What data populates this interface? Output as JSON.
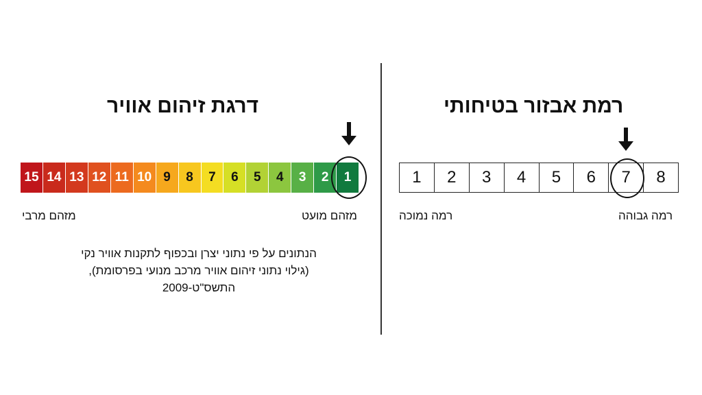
{
  "right_panel": {
    "title": "רמת אבזור בטיחותי",
    "scale": [
      "1",
      "2",
      "3",
      "4",
      "5",
      "6",
      "7",
      "8"
    ],
    "selected_level": 7,
    "label_left": "רמה נמוכה",
    "label_right": "רמה גבוהה"
  },
  "left_panel": {
    "title": "דרגת זיהום אוויר",
    "scale": [
      {
        "label": "15",
        "color": "#c0161b",
        "text_color": "#ffffff"
      },
      {
        "label": "14",
        "color": "#c92a1c",
        "text_color": "#ffffff"
      },
      {
        "label": "13",
        "color": "#d3391e",
        "text_color": "#ffffff"
      },
      {
        "label": "12",
        "color": "#e0511f",
        "text_color": "#ffffff"
      },
      {
        "label": "11",
        "color": "#ec6a1f",
        "text_color": "#ffffff"
      },
      {
        "label": "10",
        "color": "#f48a1e",
        "text_color": "#ffffff"
      },
      {
        "label": "9",
        "color": "#f6a81d",
        "text_color": "#111111"
      },
      {
        "label": "8",
        "color": "#f7c71f",
        "text_color": "#111111"
      },
      {
        "label": "7",
        "color": "#f4dd22",
        "text_color": "#111111"
      },
      {
        "label": "6",
        "color": "#d6df25",
        "text_color": "#111111"
      },
      {
        "label": "5",
        "color": "#b2d235",
        "text_color": "#111111"
      },
      {
        "label": "4",
        "color": "#8cc63f",
        "text_color": "#111111"
      },
      {
        "label": "3",
        "color": "#58b046",
        "text_color": "#ffffff"
      },
      {
        "label": "2",
        "color": "#2e9a48",
        "text_color": "#ffffff"
      },
      {
        "label": "1",
        "color": "#117a3e",
        "text_color": "#ffffff"
      }
    ],
    "selected_level": 1,
    "label_left": "מזהם מרבי",
    "label_right": "מזהם מועט",
    "note_lines": [
      "הנתונים על פי נתוני יצרן ובכפוף לתקנות אוויר נקי",
      "(גילוי נתוני זיהום אוויר מרכב מנועי בפרסומת),",
      "התשס\"ט-2009"
    ]
  }
}
